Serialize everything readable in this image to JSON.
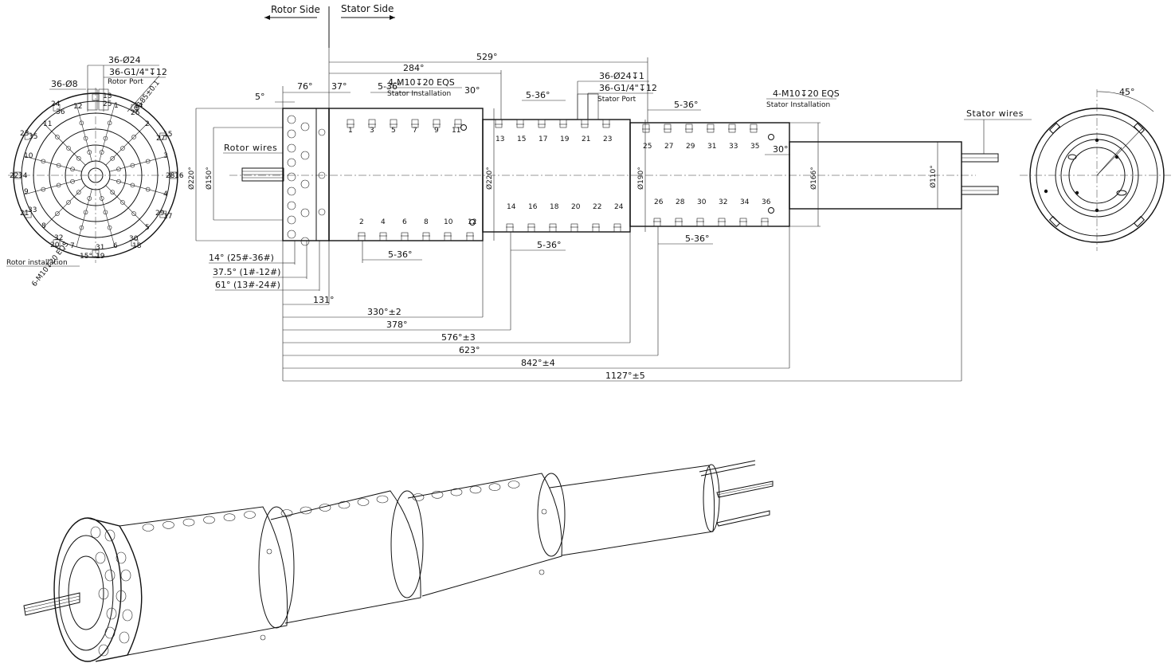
{
  "header": {
    "rotor_side": "Rotor Side",
    "stator_side": "Stator Side"
  },
  "labels": {
    "rotor_wires": "Rotor wires",
    "stator_wires": "Stator wires",
    "rotor_installation": "Rotor installation",
    "stator_installation": "Stator  Installation",
    "rotor_port": "Rotor Port",
    "stator_port": "Stator Port",
    "eqs_1": "4-M10↧20 EQS",
    "eqs_2": "4-M10↧20 EQS",
    "rotor_bolts": "6-M10↧20 EQS"
  },
  "rotor_end": {
    "bore": "36-Ø24",
    "g_thread": "36-G1/4\"↧12",
    "small_bore": "36-Ø8",
    "pcd": "Ø185±0.1",
    "angle": "15°",
    "ports": [
      "24",
      "36",
      "12",
      "13",
      "25",
      "1",
      "14",
      "26",
      "2",
      "23",
      "35",
      "11",
      "15",
      "27",
      "3",
      "10",
      "22",
      "34",
      "28",
      "16",
      "9",
      "21",
      "33",
      "29",
      "17",
      "4",
      "8",
      "32",
      "20",
      "31",
      "6",
      "30",
      "18",
      "7",
      "19",
      "5"
    ]
  },
  "stator_end": {
    "angle": "45°"
  },
  "dims_top": {
    "d529": "529°",
    "d284": "284°",
    "d76": "76°",
    "d5": "5°",
    "d37": "37°",
    "d5_36a": "5-36°",
    "d30a": "30°",
    "d5_36b": "5-36°",
    "bore2": "36-Ø24↧1",
    "g2": "36-G1/4\"↧12",
    "d5_36c": "5-36°",
    "d30b": "30°"
  },
  "dims_vertical": {
    "d220a": "Ø220°",
    "d150": "Ø150°",
    "d220b": "Ø220°",
    "d190": "Ø190°",
    "d166": "Ø166°",
    "d110": "Ø110°"
  },
  "dims_bottom": {
    "d14": "14° (25#-36#)",
    "d37_5": "37.5° (1#-12#)",
    "d61": "61° (13#-24#)",
    "d5_36d": "5-36°",
    "d5_36e": "5-36°",
    "d5_36f": "5-36°",
    "d131": "131°",
    "d330": "330°±2",
    "d378": "378°",
    "d576": "576°±3",
    "d623": "623°",
    "d842": "842°±4",
    "d1127": "1127°±5"
  },
  "ports_top_1": [
    "1",
    "3",
    "5",
    "7",
    "9",
    "11"
  ],
  "ports_top_2": [
    "13",
    "15",
    "17",
    "19",
    "21",
    "23"
  ],
  "ports_top_3": [
    "25",
    "27",
    "29",
    "31",
    "33",
    "35"
  ],
  "ports_bot_1": [
    "2",
    "4",
    "6",
    "8",
    "10",
    "12"
  ],
  "ports_bot_2": [
    "14",
    "16",
    "18",
    "20",
    "22",
    "24"
  ],
  "ports_bot_3": [
    "26",
    "28",
    "30",
    "32",
    "34",
    "36"
  ]
}
